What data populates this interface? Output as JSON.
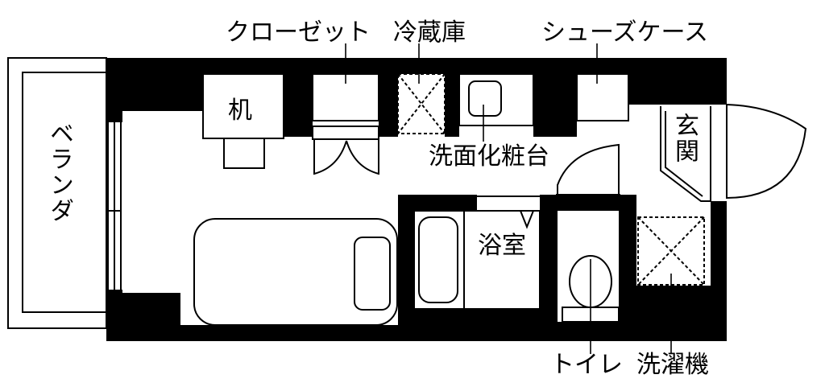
{
  "labels": {
    "closet": "クローゼット",
    "fridge": "冷蔵庫",
    "shoe_case": "シューズケース",
    "desk": "机",
    "wash_basin": "洗面化粧台",
    "entrance": "玄関",
    "veranda": "ベランダ",
    "bath": "浴室",
    "toilet": "トイレ",
    "washing_machine": "洗濯機"
  },
  "colors": {
    "wall": "#000000",
    "line": "#000000",
    "floor": "#ffffff"
  }
}
